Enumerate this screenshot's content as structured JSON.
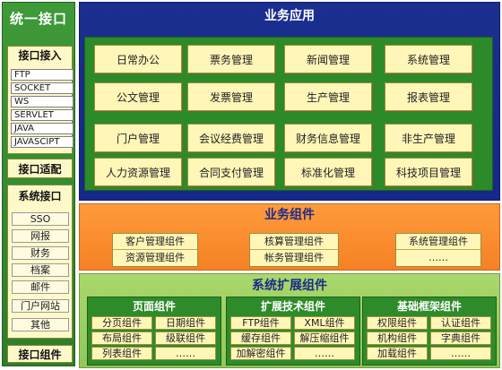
{
  "left": {
    "title": "统一接口",
    "interface_access": {
      "header": "接口接入",
      "items": [
        "FTP",
        "SOCKET",
        "WS",
        "SERVLET",
        "JAVA",
        "JAVASCIPT"
      ]
    },
    "adapter": "接口适配",
    "system_interface": {
      "header": "系统接口",
      "items": [
        "SSO",
        "网报",
        "财务",
        "档案",
        "邮件",
        "门户网站",
        "其他"
      ]
    },
    "component": "接口组件"
  },
  "apps": {
    "title": "业务应用",
    "rows": [
      [
        "日常办公",
        "票务管理",
        "新闻管理",
        "系统管理"
      ],
      [
        "公文管理",
        "发票管理",
        "生产管理",
        "报表管理"
      ],
      [
        "门户管理",
        "会议经费管理",
        "财务信息管理",
        "非生产管理"
      ],
      [
        "人力资源管理",
        "合同支付管理",
        "标准化管理",
        "科技项目管理"
      ]
    ]
  },
  "biz": {
    "title": "业务组件",
    "groups": [
      [
        "客户管理组件",
        "资源管理组件"
      ],
      [
        "核算管理组件",
        "帐务管理组件"
      ],
      [
        "系统管理组件",
        "……"
      ]
    ]
  },
  "ext": {
    "title": "系统扩展组件",
    "groups": [
      {
        "title": "页面组件",
        "items": [
          "分页组件",
          "日期组件",
          "布局组件",
          "级联组件",
          "列表组件",
          "……"
        ]
      },
      {
        "title": "扩展技术组件",
        "items": [
          "FTP组件",
          "XML组件",
          "缓存组件",
          "解压缩组件",
          "加解密组件",
          "……"
        ]
      },
      {
        "title": "基础框架组件",
        "items": [
          "权限组件",
          "认证组件",
          "机构组件",
          "字典组件",
          "加载组件",
          "……"
        ]
      }
    ]
  }
}
